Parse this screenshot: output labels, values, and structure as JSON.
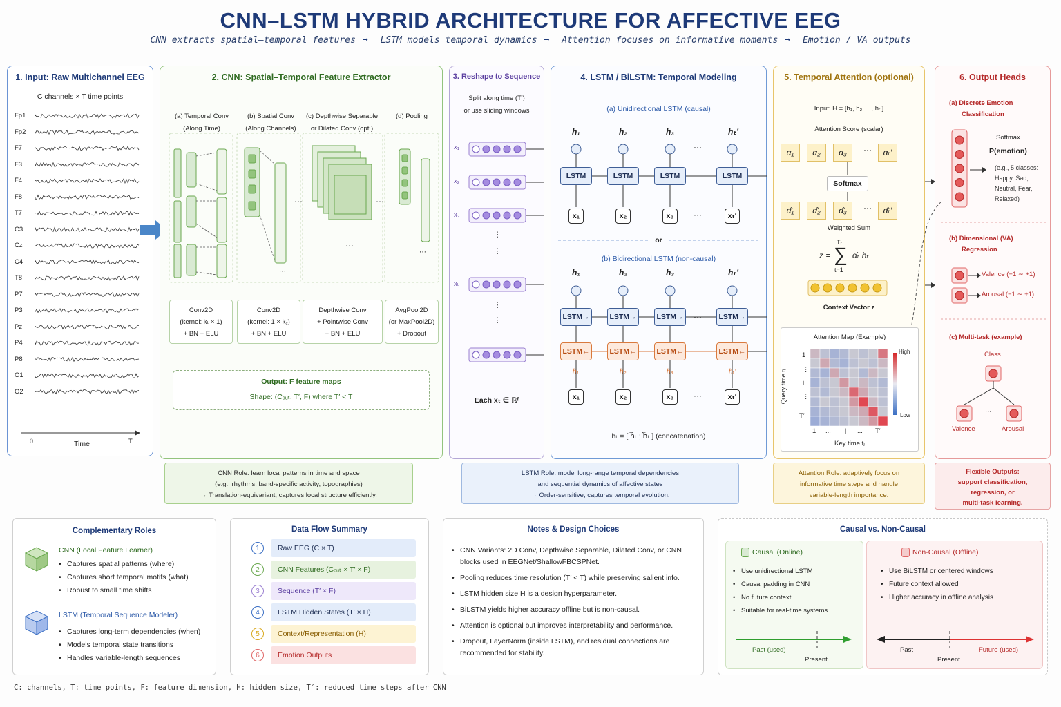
{
  "header": {
    "title": "CNN–LSTM HYBRID ARCHITECTURE FOR AFFECTIVE EEG",
    "pipeline": [
      "CNN extracts spatial–temporal features",
      "LSTM models temporal dynamics",
      "Attention focuses on informative moments",
      "Emotion / VA outputs"
    ]
  },
  "input": {
    "title": "1. Input: Raw Multichannel EEG",
    "subtitle": "C channels × T time points",
    "channels": [
      "Fp1",
      "Fp2",
      "F7",
      "F3",
      "F4",
      "F8",
      "T7",
      "C3",
      "Cz",
      "C4",
      "T8",
      "P7",
      "P3",
      "Pz",
      "P4",
      "P8",
      "O1",
      "O2",
      "..."
    ],
    "axis_start": "0",
    "axis_label": "Time",
    "axis_end": "T"
  },
  "cnn": {
    "title": "2. CNN: Spatial–Temporal Feature Extractor",
    "stages": [
      {
        "heading1": "(a) Temporal Conv",
        "heading2": "(Along Time)",
        "l1": "Conv2D",
        "l2": "(kernel: kₜ × 1)",
        "l3": "+ BN + ELU"
      },
      {
        "heading1": "(b) Spatial Conv",
        "heading2": "(Along Channels)",
        "l1": "Conv2D",
        "l2": "(kernel: 1 × k꜀)",
        "l3": "+ BN + ELU"
      },
      {
        "heading1": "(c) Depthwise Separable",
        "heading2": "or Dilated Conv (opt.)",
        "l1": "Depthwise Conv",
        "l2": "+ Pointwise Conv",
        "l3": "+ BN + ELU"
      },
      {
        "heading1": "(d) Pooling",
        "heading2": "",
        "l1": "AvgPool2D",
        "l2": "(or MaxPool2D)",
        "l3": "+ Dropout"
      }
    ],
    "output_line": "Output:  F feature maps",
    "shape_line": "Shape:  (Cₒᵤₜ, T′, F)      where     T′ < T",
    "role_line1": "CNN Role:  learn local patterns in time and space",
    "role_line2": "(e.g., rhythms, band-specific activity, topographies)",
    "role_line3": "→ Translation-equivariant, captures local structure efficiently."
  },
  "reshape": {
    "title": "3. Reshape to Sequence",
    "line1": "Split along time (T′)",
    "line2": "or use sliding windows",
    "labels": [
      "x₁",
      "x₂",
      "x₃",
      "xₜ",
      ""
    ],
    "dots": "⋮",
    "footer": "Each xₜ ∈ ℝᶠ"
  },
  "lstm": {
    "title": "4. LSTM / BiLSTM: Temporal Modeling",
    "uni_title": "(a) Unidirectional LSTM (causal)",
    "bi_title": "(b) Bidirectional LSTM (non-causal)",
    "h_labels": [
      "h₁",
      "h₂",
      "h₃",
      "hₜ′"
    ],
    "x_labels": [
      "x₁",
      "x₂",
      "x₃",
      "xₜ′"
    ],
    "cell": "LSTM",
    "cell_fwd": "LSTM→",
    "cell_bwd": "LSTM←",
    "or": "or",
    "ellipsis": "···",
    "concat": "hₜ = [ h⃗ₜ ; h⃖ₜ ]   (concatenation)",
    "role_line1": "LSTM Role:  model long-range temporal dependencies",
    "role_line2": "and sequential dynamics of affective states",
    "role_line3": "→ Order-sensitive, captures temporal evolution."
  },
  "attention": {
    "title": "5. Temporal Attention (optional)",
    "input": "Input: H = [h₁, h₂, ..., hₜ′]",
    "score_label": "Attention Score (scalar)",
    "alphas": [
      "α₁",
      "α₂",
      "α₃",
      "αₜ′"
    ],
    "softmax": "Softmax",
    "alpha_hats": [
      "α̂₁",
      "α̂₂",
      "α̂₃",
      "α̂ₜ′"
    ],
    "weighted": "Weighted Sum",
    "formula_left": "z =",
    "formula_sum": "∑",
    "formula_top": "Tᵣ",
    "formula_bottom": "t=1",
    "formula_right": "α̂ₜ hₜ",
    "context": "Context Vector z",
    "map_title": "Attention Map (Example)",
    "map_ylabel": "Query time tᵢ",
    "map_xlabel": "Key time tⱼ",
    "map_y_ticks": [
      "1",
      "⋮",
      "i",
      "⋮",
      "T′"
    ],
    "map_x_ticks": [
      "1",
      "...",
      "j",
      "...",
      "T′"
    ],
    "high": "High",
    "low": "Low",
    "role_line1": "Attention Role: adaptively focus on",
    "role_line2": "informative time steps and handle",
    "role_line3": "variable-length importance."
  },
  "outputs": {
    "title": "6. Output Heads",
    "a_title1": "(a) Discrete Emotion",
    "a_title2": "Classification",
    "softmax": "Softmax",
    "pemotion": "P(emotion)",
    "classes1": "(e.g., 5 classes:",
    "classes2": "Happy, Sad,",
    "classes3": "Neutral, Fear,",
    "classes4": "Relaxed)",
    "b_title1": "(b) Dimensional (VA)",
    "b_title2": "Regression",
    "valence": "Valence (−1 ∼ +1)",
    "arousal": "Arousal (−1 ∼ +1)",
    "c_title": "(c) Multi-task (example)",
    "class": "Class",
    "valence_short": "Valence",
    "arousal_short": "Arousal",
    "dots": "···",
    "role_line1": "Flexible Outputs:",
    "role_line2": "support classification,",
    "role_line3": "regression, or",
    "role_line4": "multi-task learning."
  },
  "complementary": {
    "title": "Complementary Roles",
    "cnn_title": "CNN (Local Feature Learner)",
    "cnn_items": [
      "Captures spatial patterns (where)",
      "Captures short temporal motifs (what)",
      "Robust to small time shifts"
    ],
    "lstm_title": "LSTM (Temporal Sequence Modeler)",
    "lstm_items": [
      "Captures long-term dependencies (when)",
      "Models temporal state transitions",
      "Handles variable-length sequences"
    ]
  },
  "dataflow": {
    "title": "Data Flow Summary",
    "rows": [
      {
        "num": "1",
        "label": "Raw EEG (C × T)"
      },
      {
        "num": "2",
        "label": "CNN Features (Cₒᵤₜ × T′ × F)"
      },
      {
        "num": "3",
        "label": "Sequence (T′ × F)"
      },
      {
        "num": "4",
        "label": "LSTM Hidden States (T′ × H)"
      },
      {
        "num": "5",
        "label": "Context/Representation (H)"
      },
      {
        "num": "6",
        "label": "Emotion Outputs"
      }
    ]
  },
  "notes": {
    "title": "Notes & Design Choices",
    "items": [
      "CNN Variants: 2D Conv, Depthwise Separable, Dilated Conv, or CNN blocks used in EEGNet/ShallowFBCSPNet.",
      "Pooling reduces time resolution (T′ < T) while preserving salient info.",
      "LSTM hidden size H is a design hyperparameter.",
      "BiLSTM yields higher accuracy offline but is non-causal.",
      "Attention is optional but improves interpretability and performance.",
      "Dropout, LayerNorm (inside LSTM), and residual connections are recommended for stability."
    ]
  },
  "causal": {
    "title": "Causal vs. Non-Causal",
    "causal_title": "Causal (Online)",
    "causal_items": [
      "Use unidirectional LSTM",
      "Causal padding in CNN",
      "No future context",
      "Suitable for real-time systems"
    ],
    "causal_past": "Past (used)",
    "causal_present": "Present",
    "noncausal_title": "Non-Causal (Offline)",
    "noncausal_items": [
      "Use BiLSTM or centered windows",
      "Future context allowed",
      "Higher accuracy in offline analysis"
    ],
    "nc_past": "Past",
    "nc_present": "Present",
    "nc_future": "Future (used)"
  },
  "footer": "C: channels, T: time points, F: feature dimension, H: hidden size,  T′: reduced time steps after CNN",
  "colors": {
    "blue": "#3b6fc4",
    "green": "#6aa84f",
    "purple": "#9a7fd1",
    "yellow": "#e4b84a",
    "red": "#e06666",
    "title": "#1e3a78"
  },
  "attention_map": [
    [
      0.55,
      0.45,
      0.35,
      0.4,
      0.5,
      0.45,
      0.5,
      0.75
    ],
    [
      0.5,
      0.6,
      0.4,
      0.35,
      0.45,
      0.5,
      0.45,
      0.55
    ],
    [
      0.4,
      0.35,
      0.6,
      0.45,
      0.5,
      0.4,
      0.55,
      0.5
    ],
    [
      0.35,
      0.45,
      0.5,
      0.65,
      0.5,
      0.55,
      0.45,
      0.4
    ],
    [
      0.45,
      0.4,
      0.5,
      0.55,
      0.8,
      0.6,
      0.5,
      0.45
    ],
    [
      0.4,
      0.5,
      0.45,
      0.5,
      0.65,
      0.9,
      0.55,
      0.45
    ],
    [
      0.35,
      0.4,
      0.45,
      0.5,
      0.55,
      0.6,
      0.85,
      0.5
    ],
    [
      0.3,
      0.35,
      0.4,
      0.45,
      0.5,
      0.55,
      0.65,
      0.9
    ]
  ]
}
